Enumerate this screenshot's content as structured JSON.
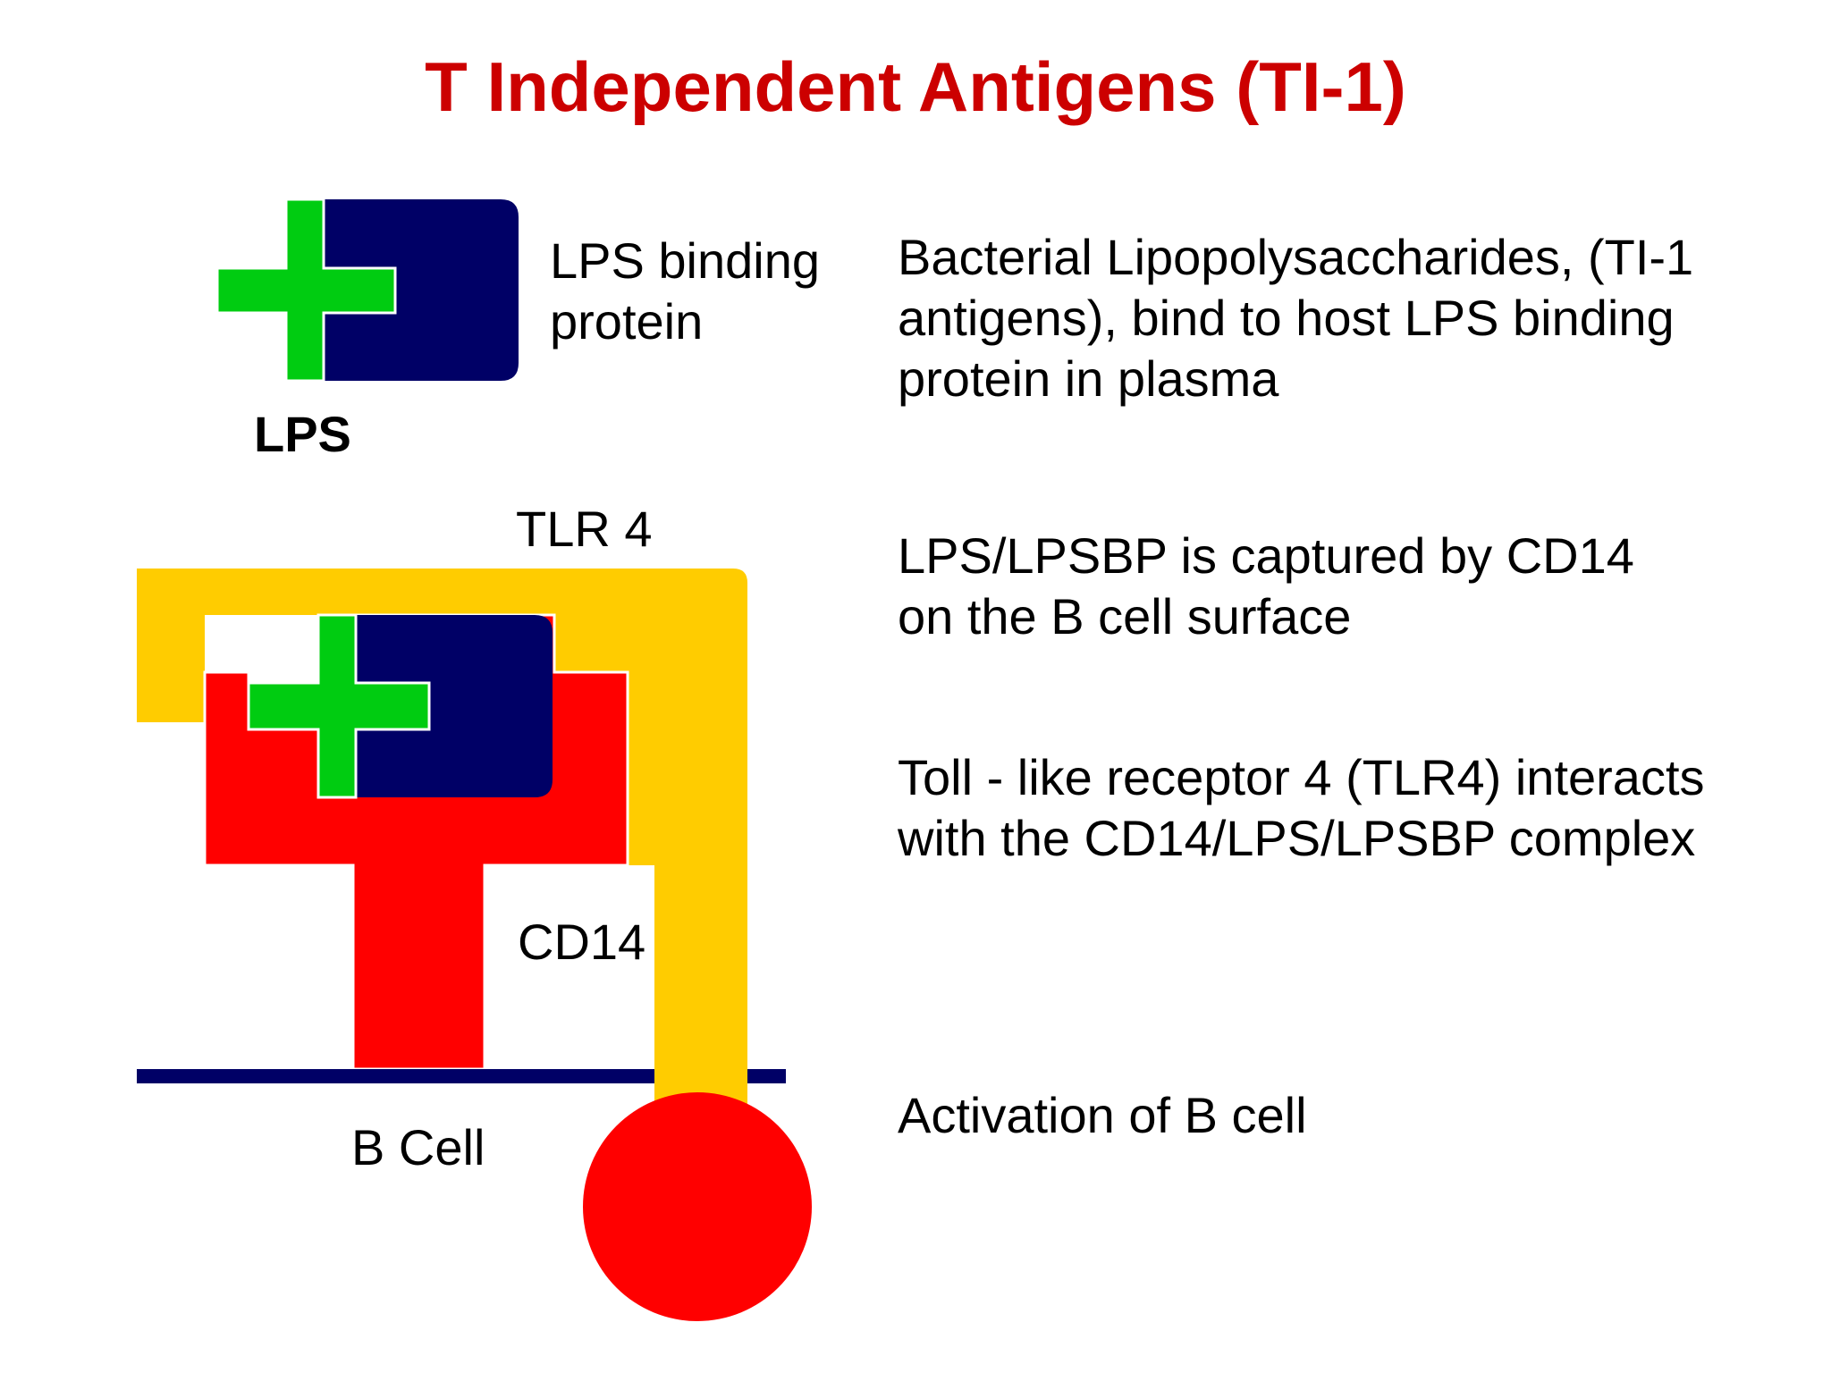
{
  "title": "T Independent Antigens (TI-1)",
  "labels": {
    "lps_binding_protein": [
      "LPS binding",
      "protein"
    ],
    "lps": "LPS",
    "tlr4": "TLR 4",
    "cd14": "CD14",
    "b_cell": "B Cell"
  },
  "descriptions": {
    "step1": [
      "Bacterial Lipopolysaccharides, (TI-1",
      "antigens), bind to host LPS binding",
      "protein in plasma"
    ],
    "step2": [
      "LPS/LPSBP is captured by CD14",
      "on the B cell surface"
    ],
    "step3": [
      "Toll - like receptor 4 (TLR4) interacts",
      "with the CD14/LPS/LPSBP complex"
    ],
    "step4": [
      "Activation of B cell"
    ]
  },
  "colors": {
    "title": "#cc0000",
    "lps_green": "#00cc11",
    "lbp_navy": "#000066",
    "tlr4_yellow": "#ffcc00",
    "cd14_red": "#ff0000",
    "membrane": "#000066"
  }
}
